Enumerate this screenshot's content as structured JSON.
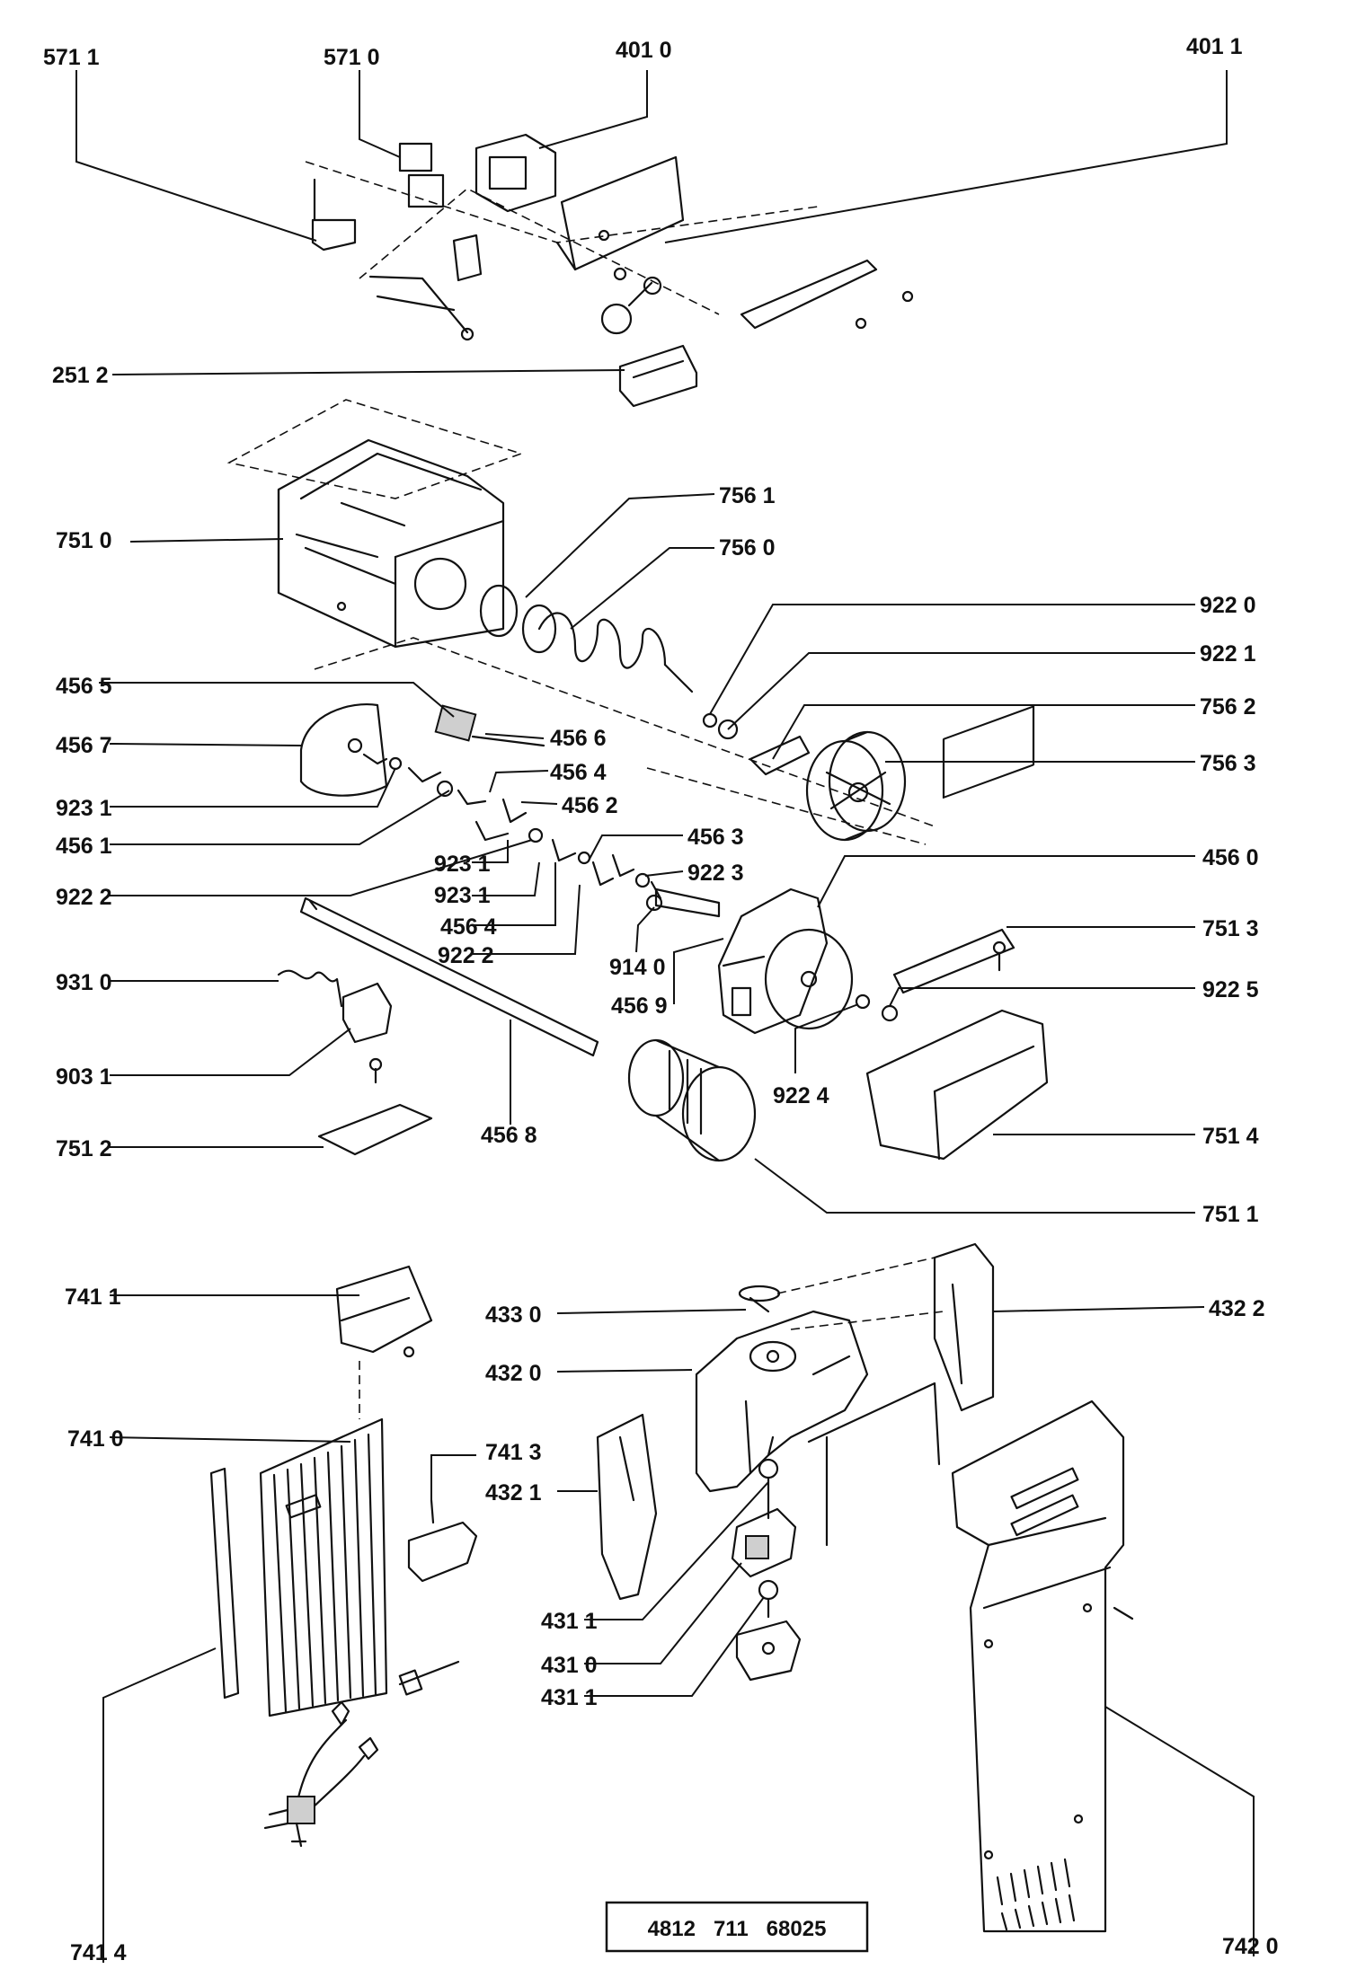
{
  "callouts": {
    "c5711_top": "571 1",
    "c5710": "571 0",
    "c4010": "401 0",
    "c4011": "401 1",
    "c2512": "251 2",
    "c7510": "751 0",
    "c7561": "756 1",
    "c7560": "756 0",
    "c9220": "922 0",
    "c9221": "922 1",
    "c7562": "756 2",
    "c7563": "756 3",
    "c4565": "456 5",
    "c4567": "456 7",
    "c4566": "456 6",
    "c4564a": "456 4",
    "c9231a": "923 1",
    "c4562": "456 2",
    "c4561": "456 1",
    "c4563": "456 3",
    "c9231b": "923 1",
    "c9223": "922 3",
    "c9222a": "922 2",
    "c9231c": "923 1",
    "c4560": "456 0",
    "c4564b": "456 4",
    "c7513": "751 3",
    "c9222b": "922 2",
    "c9140": "914 0",
    "c9310": "931 0",
    "c4569": "456 9",
    "c9225": "922 5",
    "c9031": "903 1",
    "c9224": "922 4",
    "c7514": "751 4",
    "c7512": "751 2",
    "c4568": "456 8",
    "c7511": "751 1",
    "c7411": "741 1",
    "c4330": "433 0",
    "c4322": "432 2",
    "c4320": "432 0",
    "c7410": "741 0",
    "c7413": "741 3",
    "c4321": "432 1",
    "c4311a": "431 1",
    "c4310": "431 0",
    "c4311b": "431 1",
    "c7414": "741 4",
    "c7420": "742 0"
  },
  "document_number": "4812   711   68025"
}
